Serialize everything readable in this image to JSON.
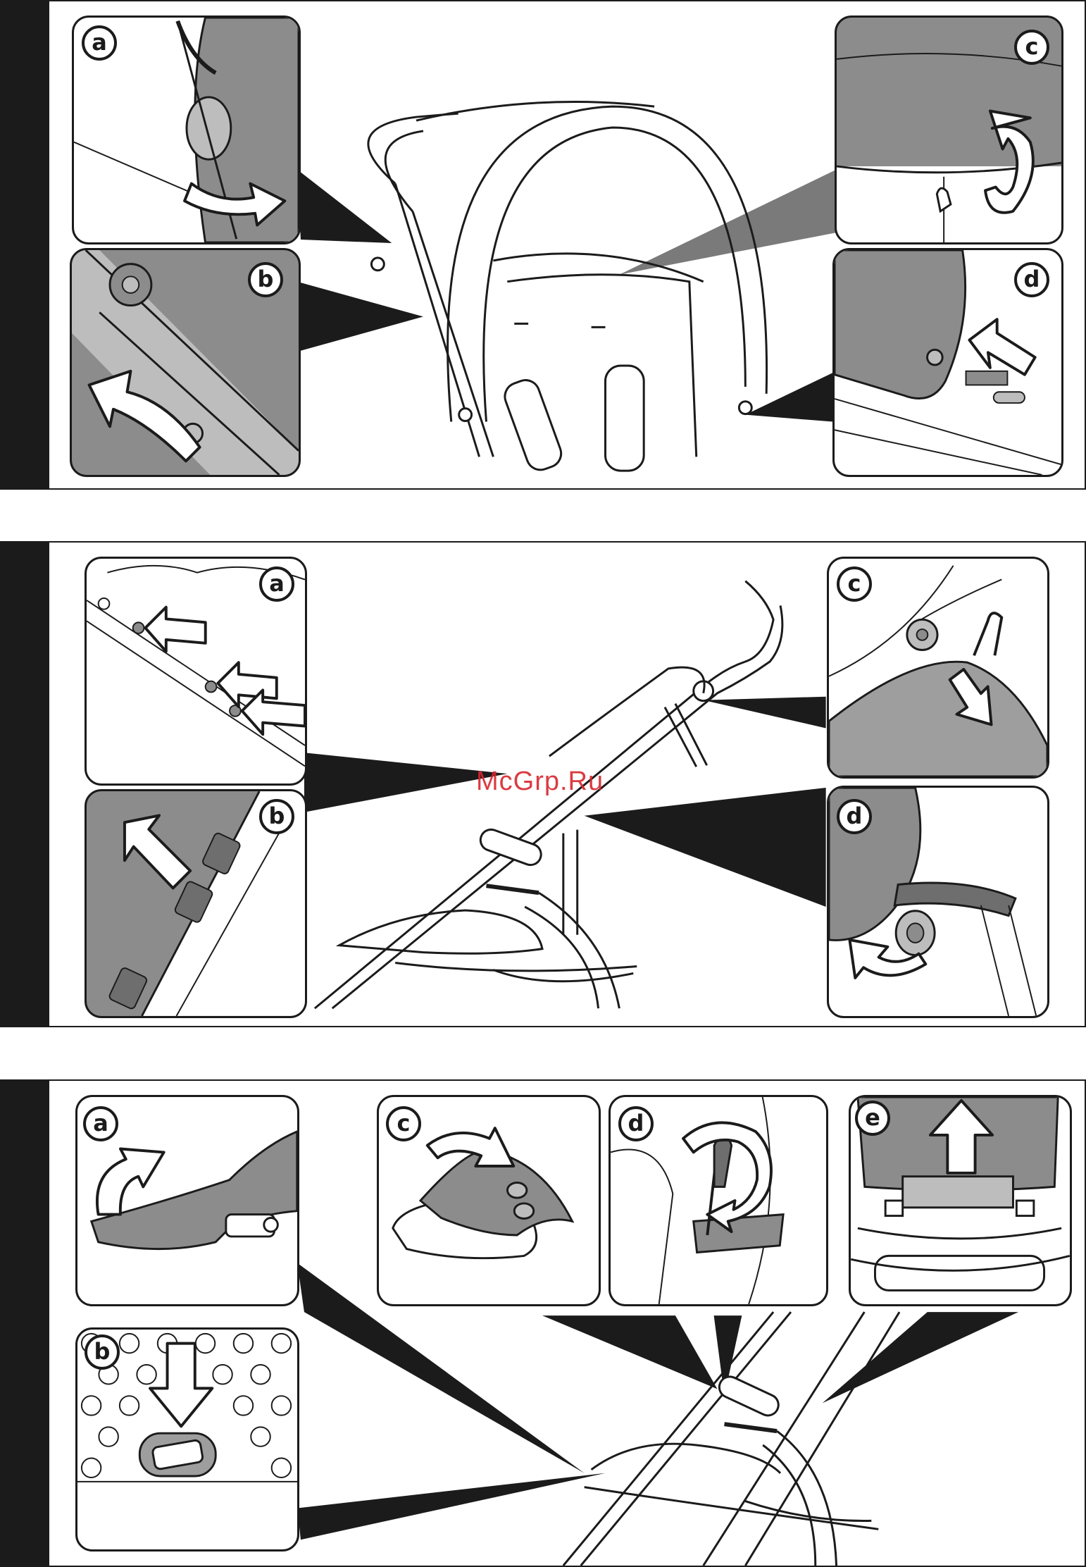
{
  "watermark": {
    "text": "McGrp.Ru",
    "color": "#d8262e"
  },
  "colors": {
    "outline": "#1b1b1b",
    "fill_gray": "#8c8c8c",
    "fill_light": "#bdbdbd",
    "background": "#ffffff"
  },
  "figures": [
    {
      "id": "figure-1",
      "subject": "canopy attachment",
      "insets": [
        {
          "letter": "a",
          "icon": "curved-arrow-icon"
        },
        {
          "letter": "b",
          "icon": "rotate-arrow-icon"
        },
        {
          "letter": "c",
          "icon": "rotate-arrow-icon"
        },
        {
          "letter": "d",
          "icon": "push-arrow-icon"
        }
      ]
    },
    {
      "id": "figure-2",
      "subject": "seat fabric removal",
      "insets": [
        {
          "letter": "a",
          "icon": "push-arrow-icon"
        },
        {
          "letter": "b",
          "icon": "push-arrow-icon"
        },
        {
          "letter": "c",
          "icon": "pull-arrow-icon"
        },
        {
          "letter": "d",
          "icon": "rotate-arrow-icon"
        }
      ]
    },
    {
      "id": "figure-3",
      "subject": "footrest and basket",
      "insets": [
        {
          "letter": "a",
          "icon": "curved-arrow-icon"
        },
        {
          "letter": "b",
          "icon": "down-arrow-icon"
        },
        {
          "letter": "c",
          "icon": "curved-arrow-icon"
        },
        {
          "letter": "d",
          "icon": "screwdriver-icon"
        },
        {
          "letter": "e",
          "icon": "up-arrow-icon"
        }
      ]
    }
  ]
}
